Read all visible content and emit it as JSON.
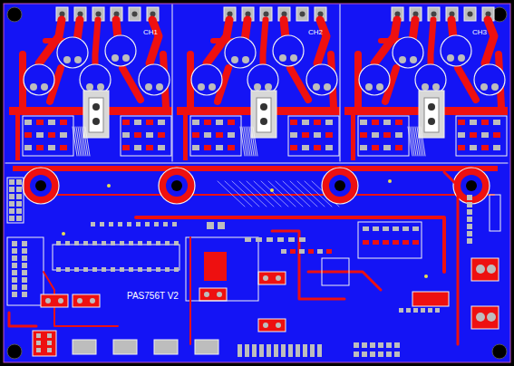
{
  "diagram": {
    "labels": [
      "CH1",
      "CH2",
      "CH3",
      "PAS756T V2"
    ]
  }
}
